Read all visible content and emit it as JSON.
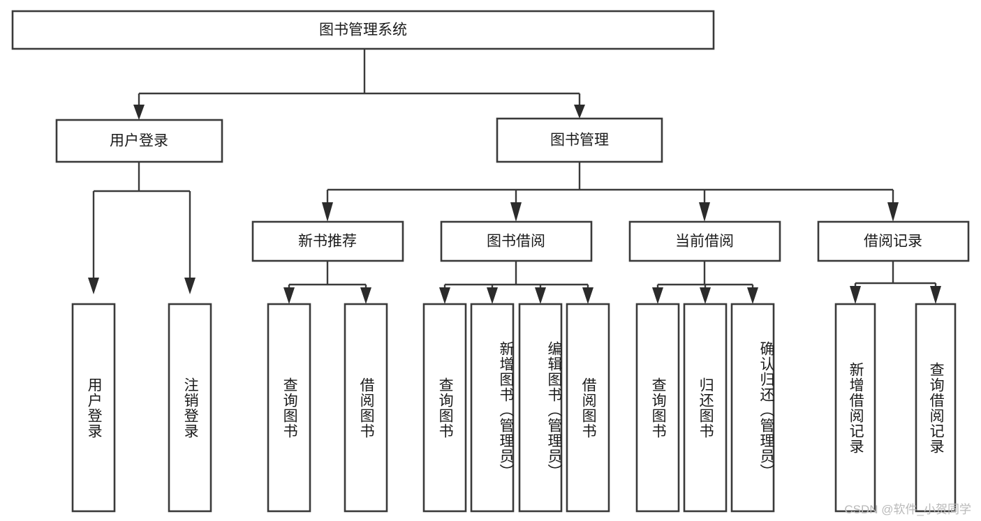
{
  "diagram": {
    "title": "图书管理系统",
    "type": "tree-hierarchy-diagram",
    "watermark": "CSDN @软件_小贺同学",
    "colors": {
      "box_stroke": "#3a3a3a",
      "box_fill": "#ffffff",
      "connector": "#3a3a3a",
      "text": "#1a1a1a",
      "watermark": "#b9b9b9",
      "background": "#ffffff"
    },
    "root": {
      "label": "图书管理系统"
    },
    "level1": [
      {
        "label": "用户登录"
      },
      {
        "label": "图书管理"
      }
    ],
    "level2": [
      {
        "label": "新书推荐"
      },
      {
        "label": "图书借阅"
      },
      {
        "label": "当前借阅"
      },
      {
        "label": "借阅记录"
      }
    ],
    "leaves": {
      "user_login": [
        {
          "label": "用户登录"
        },
        {
          "label": "注销登录"
        }
      ],
      "new_book_recommend": [
        {
          "label": "查询图书"
        },
        {
          "label": "借阅图书"
        }
      ],
      "book_borrow": [
        {
          "label": "查询图书"
        },
        {
          "label": "新增图书（管理员）"
        },
        {
          "label": "编辑图书（管理员）"
        },
        {
          "label": "借阅图书"
        }
      ],
      "current_borrow": [
        {
          "label": "查询图书"
        },
        {
          "label": "归还图书"
        },
        {
          "label": "确认归还（管理员）"
        }
      ],
      "borrow_record": [
        {
          "label": "新增借阅记录"
        },
        {
          "label": "查询借阅记录"
        }
      ]
    }
  }
}
